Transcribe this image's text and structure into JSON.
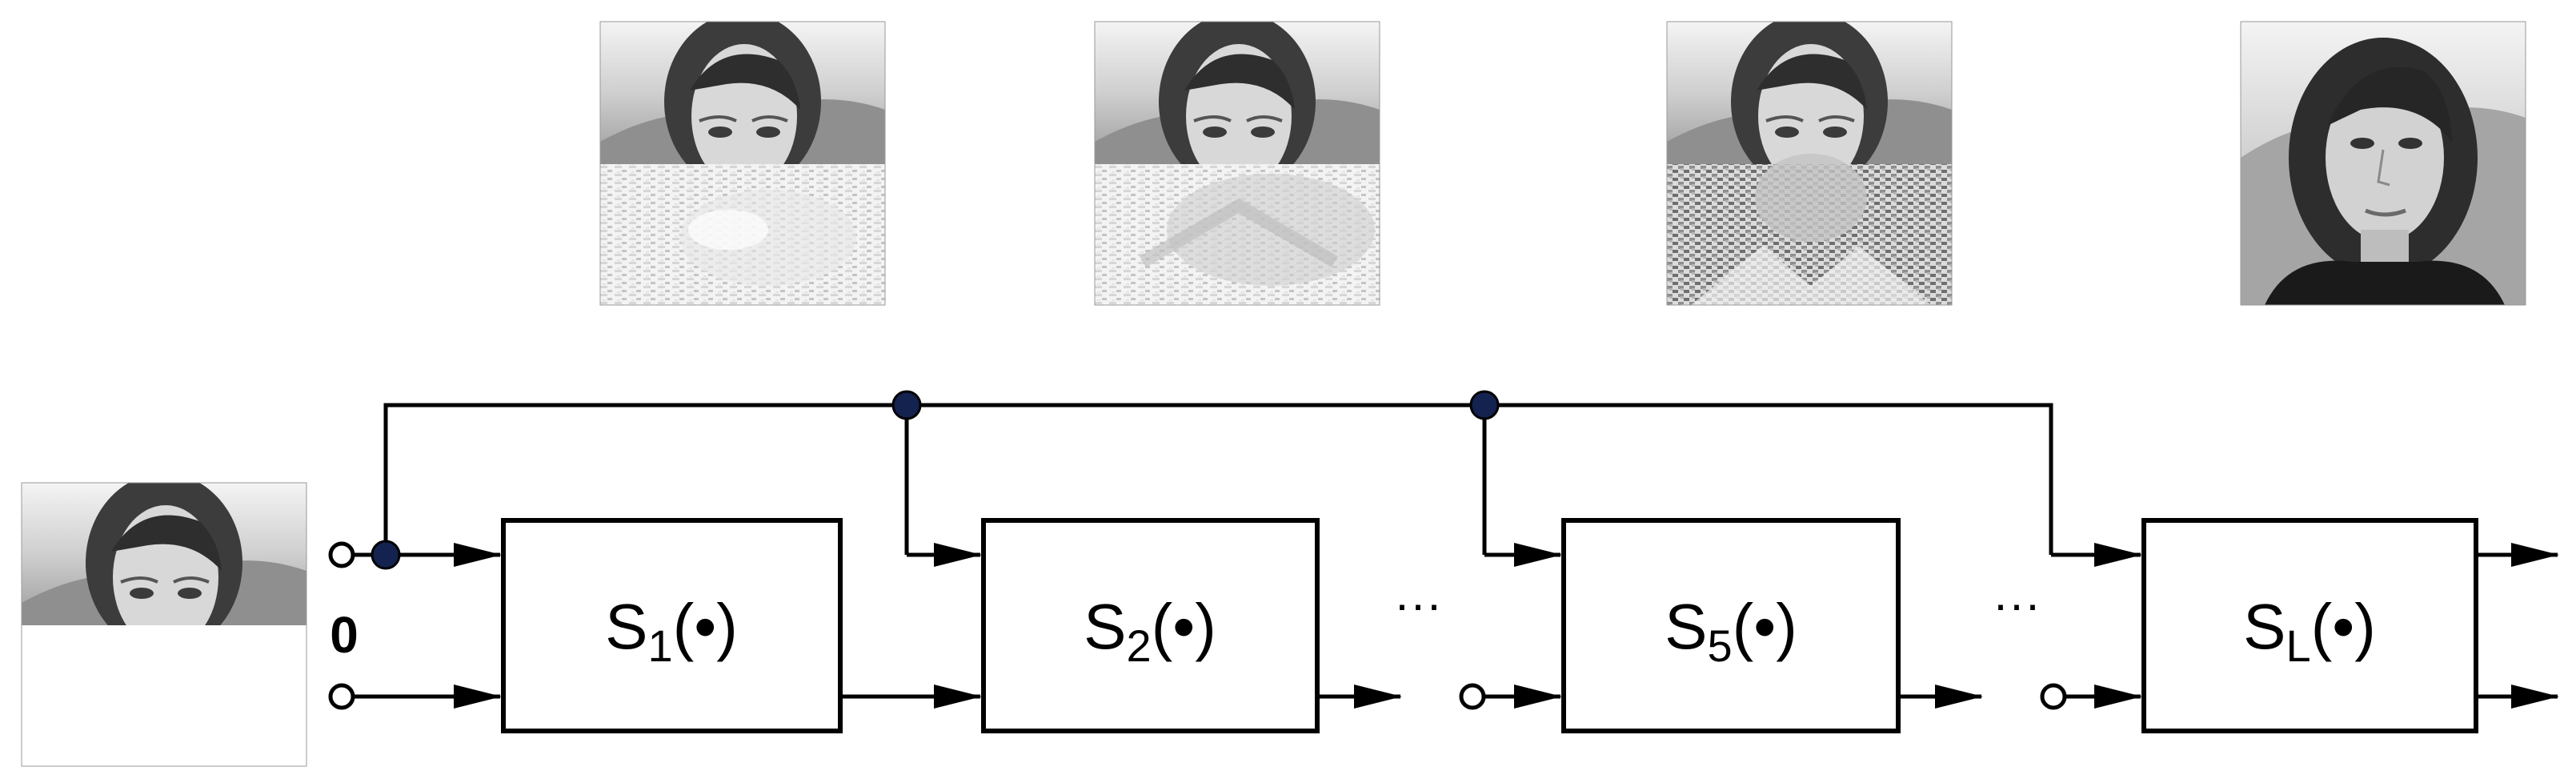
{
  "input_zero_label": "0",
  "blocks": [
    {
      "id": "s1",
      "base": "S",
      "sub": "1",
      "arg": "(•)"
    },
    {
      "id": "s2",
      "base": "S",
      "sub": "2",
      "arg": "(•)"
    },
    {
      "id": "s5",
      "base": "S",
      "sub": "5",
      "arg": "(•)"
    },
    {
      "id": "sL",
      "base": "S",
      "sub": "L",
      "arg": "(•)"
    }
  ],
  "ellipses": [
    "···",
    "···"
  ],
  "images": [
    {
      "name": "input-partial-face",
      "content": "partially-observed face (top visible, bottom missing)"
    },
    {
      "name": "stage-1-output-face",
      "content": "reconstruction after stage 1"
    },
    {
      "name": "stage-2-output-face",
      "content": "reconstruction after stage 2"
    },
    {
      "name": "stage-5-output-face",
      "content": "reconstruction after stage 5"
    },
    {
      "name": "final-output-face",
      "content": "full reconstructed face"
    }
  ],
  "colors": {
    "junction": "#13224f",
    "line": "#000000",
    "face_bg": "#ffffff"
  }
}
